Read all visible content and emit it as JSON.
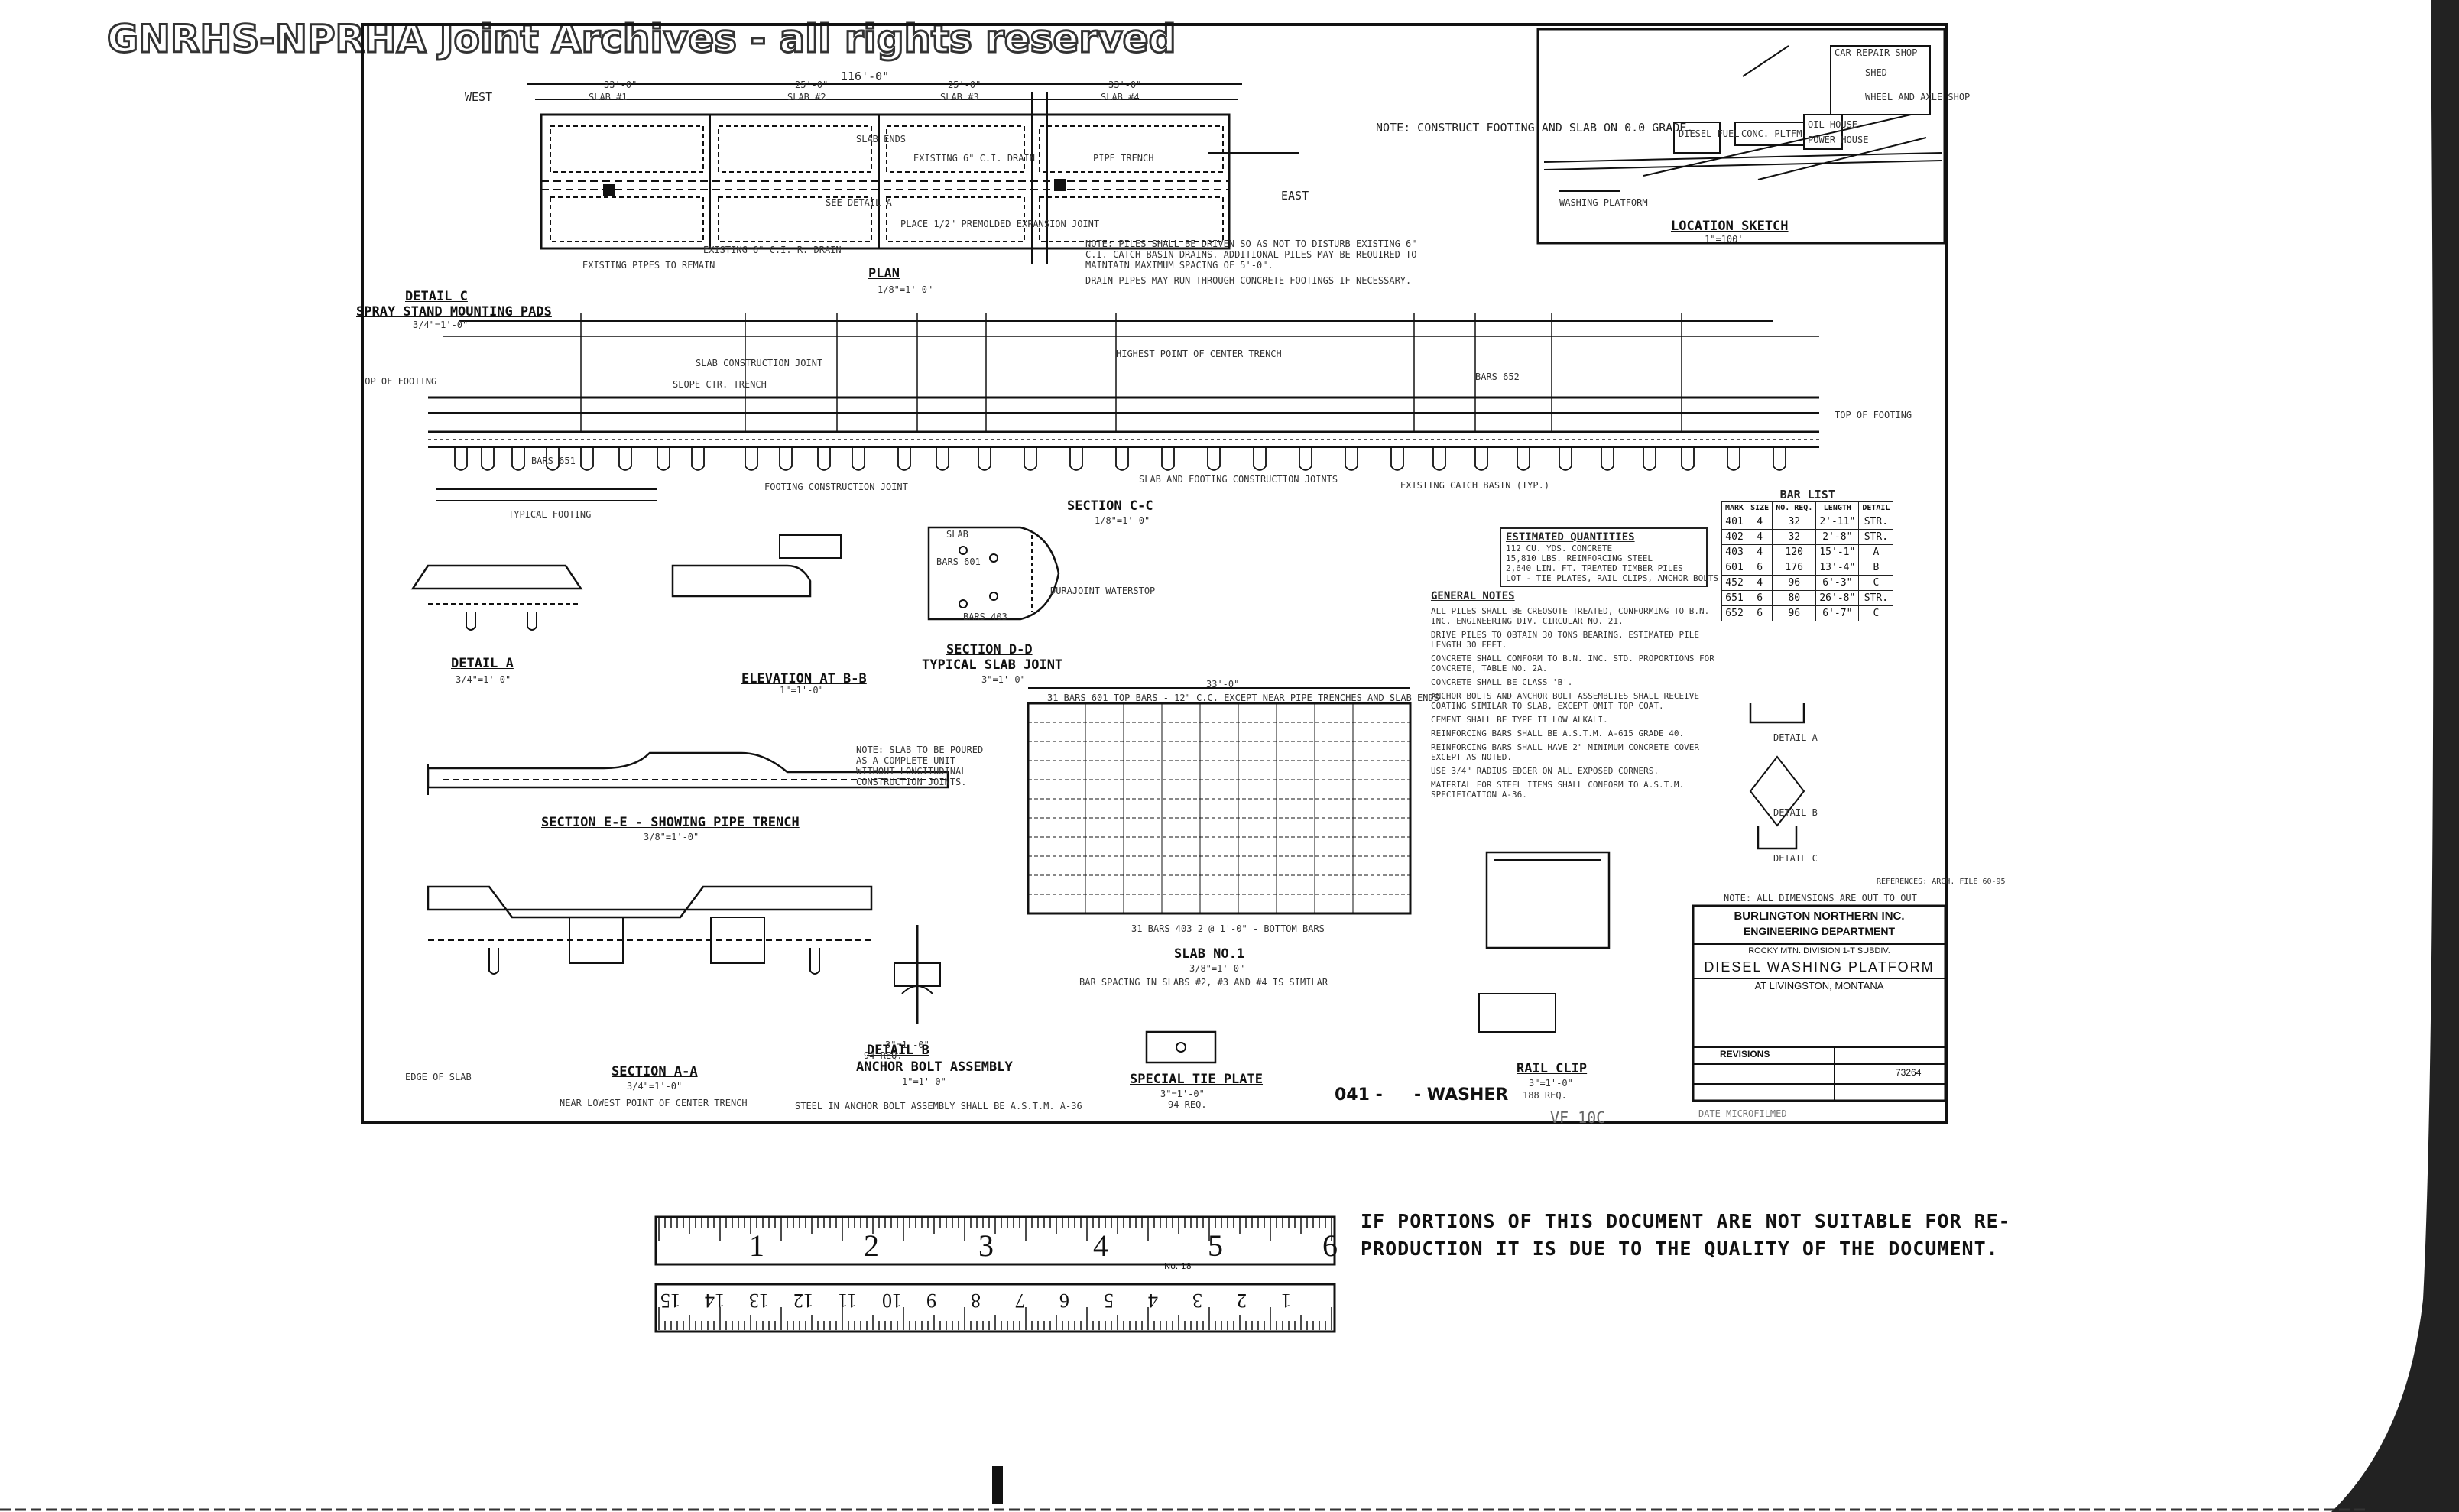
{
  "watermark": "GNRHS-NPRHA Joint Archives - all rights reserved",
  "plan": {
    "title": "PLAN",
    "scale": "1/8\"=1'-0\"",
    "overall_dim": "116'-0\"",
    "slab_labels": [
      "SLAB #1",
      "SLAB #2",
      "SLAB #3",
      "SLAB #4"
    ],
    "slab_dims": [
      "33'-0\"",
      "25'-0\"",
      "25'-0\"",
      "33'-0\""
    ],
    "note": "NOTE: CONSTRUCT FOOTING AND SLAB ON 0.0 GRADE.",
    "west_label": "WEST",
    "east_label": "EAST",
    "callouts": [
      "SLAB ENDS",
      "EXISTING 6\" C.I. DRAIN",
      "PIPE TRENCH",
      "SEE DETAIL A",
      "EXISTING 6\" C.I. R. DRAIN",
      "PLACE 1/2\" PREMOLDED EXPANSION JOINT",
      "EXISTING PIPES TO REMAIN"
    ],
    "pile_note": "NOTE: PILES SHALL BE DRIVEN SO AS NOT TO DISTURB EXISTING 6\" C.I. CATCH BASIN DRAINS. ADDITIONAL PILES MAY BE REQUIRED TO MAINTAIN MAXIMUM SPACING OF 5'-0\".",
    "drain_note": "DRAIN PIPES MAY RUN THROUGH CONCRETE FOOTINGS IF NECESSARY."
  },
  "location": {
    "title": "LOCATION SKETCH",
    "scale": "1\"=100'",
    "labels": [
      "CAR REPAIR SHOP",
      "SHED",
      "WHEEL AND AXLE SHOP",
      "DIESEL FUEL",
      "CONC. PLTFM.",
      "OIL HOUSE",
      "POWER HOUSE",
      "WASHING PLATFORM"
    ]
  },
  "detail_c": {
    "title": "DETAIL C",
    "subtitle": "SPRAY STAND MOUNTING PADS",
    "scale": "3/4\"=1'-0\""
  },
  "section_cc": {
    "title": "SECTION C-C",
    "scale": "1/8\"=1'-0\"",
    "labels": [
      "TOP OF FOOTING",
      "SLAB CONSTRUCTION JOINT",
      "SLOPE CTR. TRENCH",
      "HIGHEST POINT OF CENTER TRENCH",
      "BARS 652",
      "BARS 651",
      "TYPICAL FOOTING",
      "FOOTING CONSTRUCTION JOINT",
      "SLAB AND FOOTING CONSTRUCTION JOINTS",
      "EXISTING CATCH BASIN (TYP.)",
      "TOP OF FOOTING"
    ]
  },
  "detail_a": {
    "title": "DETAIL A",
    "scale": "3/4\"=1'-0\""
  },
  "elevation_bb": {
    "title": "ELEVATION AT B-B",
    "scale": "1\"=1'-0\""
  },
  "section_dd": {
    "title": "SECTION D-D",
    "subtitle": "TYPICAL SLAB JOINT",
    "scale": "3\"=1'-0\"",
    "labels": [
      "SLAB",
      "BARS 601",
      "BARS 403",
      "DURAJOINT WATERSTOP"
    ]
  },
  "section_ee": {
    "title": "SECTION E-E - SHOWING PIPE TRENCH",
    "scale": "3/8\"=1'-0\"",
    "note": "NOTE: SLAB TO BE POURED AS A COMPLETE UNIT WITHOUT LONGITUDINAL CONSTRUCTION JOINTS."
  },
  "section_aa": {
    "title": "SECTION A-A",
    "scale": "3/4\"=1'-0\"",
    "note": "NEAR LOWEST POINT OF CENTER TRENCH",
    "edge": "EDGE OF SLAB"
  },
  "detail_b": {
    "title": "DETAIL B",
    "scale": "3\"=1'-0\""
  },
  "anchor": {
    "title": "ANCHOR BOLT ASSEMBLY",
    "scale": "1\"=1'-0\"",
    "req": "94 REQ.",
    "note": "STEEL IN ANCHOR BOLT ASSEMBLY SHALL BE A.S.T.M. A-36"
  },
  "tie_plate": {
    "title": "SPECIAL TIE PLATE",
    "scale": "3\"=1'-0\"",
    "req": "94 REQ."
  },
  "slab_no1": {
    "title": "SLAB NO.1",
    "scale": "3/8\"=1'-0\"",
    "top_bars": "31 BARS 601 TOP BARS - 12\" C.C. EXCEPT NEAR PIPE TRENCHES AND SLAB ENDS",
    "bottom_bars": "31 BARS 403 2 @ 1'-0\" - BOTTOM BARS",
    "spacing": "BAR SPACING IN SLABS #2, #3 AND #4 IS SIMILAR",
    "dim": "33'-0\""
  },
  "rail_clip": {
    "title": "RAIL CLIP",
    "scale": "3\"=1'-0\"",
    "req": "188 REQ."
  },
  "est_qty": {
    "title": "ESTIMATED QUANTITIES",
    "items": [
      "112 CU. YDS. CONCRETE",
      "15,810 LBS. REINFORCING STEEL",
      "2,640 LIN. FT. TREATED TIMBER PILES",
      "LOT - TIE PLATES, RAIL CLIPS, ANCHOR BOLTS"
    ]
  },
  "general_notes": {
    "title": "GENERAL NOTES",
    "items": [
      "ALL PILES SHALL BE CREOSOTE TREATED, CONFORMING TO B.N. INC. ENGINEERING DIV. CIRCULAR NO. 21.",
      "DRIVE PILES TO OBTAIN 30 TONS BEARING. ESTIMATED PILE LENGTH 30 FEET.",
      "CONCRETE SHALL CONFORM TO B.N. INC. STD. PROPORTIONS FOR CONCRETE, TABLE NO. 2A.",
      "CONCRETE SHALL BE CLASS 'B'.",
      "ANCHOR BOLTS AND ANCHOR BOLT ASSEMBLIES SHALL RECEIVE COATING SIMILAR TO SLAB, EXCEPT OMIT TOP COAT.",
      "CEMENT SHALL BE TYPE II LOW ALKALI.",
      "REINFORCING BARS SHALL BE A.S.T.M. A-615 GRADE 40.",
      "REINFORCING BARS SHALL HAVE 2\" MINIMUM CONCRETE COVER EXCEPT AS NOTED.",
      "USE 3/4\" RADIUS EDGER ON ALL EXPOSED CORNERS.",
      "MATERIAL FOR STEEL ITEMS SHALL CONFORM TO A.S.T.M. SPECIFICATION A-36."
    ]
  },
  "bar_list": {
    "title": "BAR LIST",
    "headers": [
      "MARK",
      "SIZE",
      "NO. REQ.",
      "LENGTH",
      "DETAIL"
    ],
    "rows": [
      [
        "401",
        "4",
        "32",
        "2'-11\"",
        "STR."
      ],
      [
        "402",
        "4",
        "32",
        "2'-8\"",
        "STR."
      ],
      [
        "403",
        "4",
        "120",
        "15'-1\"",
        "A"
      ],
      [
        "601",
        "6",
        "176",
        "13'-4\"",
        "B"
      ],
      [
        "452",
        "4",
        "96",
        "6'-3\"",
        "C"
      ],
      [
        "651",
        "6",
        "80",
        "26'-8\"",
        "STR."
      ],
      [
        "652",
        "6",
        "96",
        "6'-7\"",
        "C"
      ]
    ],
    "details": [
      "DETAIL A",
      "DETAIL B",
      "DETAIL C"
    ],
    "footer": "NOTE: ALL DIMENSIONS ARE OUT TO OUT",
    "refs": "REFERENCES: ARCH. FILE 60-95"
  },
  "title_block": {
    "company": "BURLINGTON NORTHERN INC.",
    "dept": "ENGINEERING DEPARTMENT",
    "division": "ROCKY MTN. DIVISION  1-T  SUBDIV.",
    "title": "DIESEL WASHING PLATFORM",
    "location": "AT LIVINGSTON, MONTANA",
    "revisions": "REVISIONS",
    "drawing_no": "73264"
  },
  "sheet_footer": {
    "code": "041 -",
    "caption": "- WASHER",
    "handwritten": "VF 10C",
    "stamp": "DATE MICROFILMED"
  },
  "ruler": {
    "top_numbers": [
      "1",
      "2",
      "3",
      "4",
      "5",
      "6"
    ],
    "bottom_numbers": [
      "15",
      "14",
      "13",
      "12",
      "11",
      "10",
      "9",
      "8",
      "7",
      "6",
      "5",
      "4",
      "3",
      "2",
      "1"
    ],
    "mark": "No. 18"
  },
  "notice": {
    "line1": "IF PORTIONS OF THIS DOCUMENT ARE NOT SUITABLE FOR RE-",
    "line2": "PRODUCTION IT IS DUE TO THE QUALITY OF THE DOCUMENT."
  }
}
